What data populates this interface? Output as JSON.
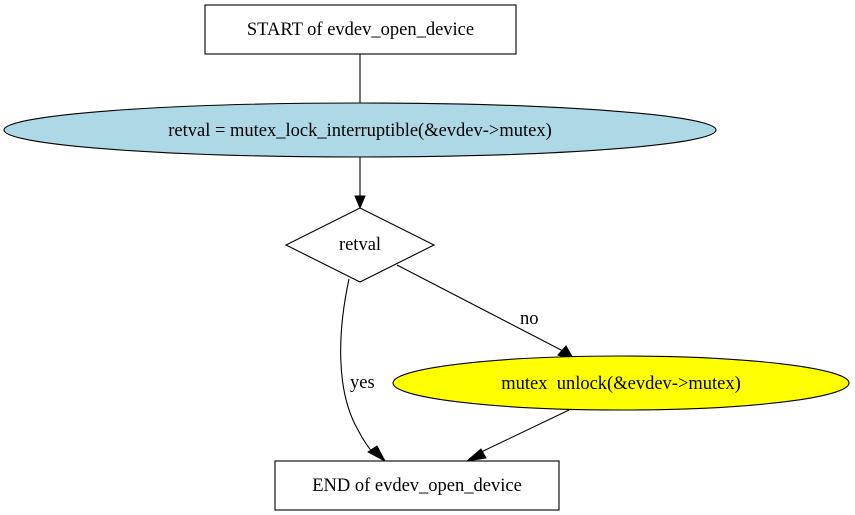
{
  "diagram": {
    "type": "flowchart",
    "nodes": {
      "start": {
        "label": "START of evdev_open_device",
        "shape": "box",
        "fill": "#ffffff"
      },
      "lock": {
        "label": "retval = mutex_lock_interruptible(&evdev->mutex)",
        "shape": "ellipse",
        "fill": "#add8e6"
      },
      "decision": {
        "label": "retval",
        "shape": "diamond",
        "fill": "#ffffff"
      },
      "unlock": {
        "label": "mutex  unlock(&evdev->mutex)",
        "shape": "ellipse",
        "fill": "#ffff00"
      },
      "end": {
        "label": "END of evdev_open_device",
        "shape": "box",
        "fill": "#ffffff"
      }
    },
    "edges": [
      {
        "from": "start",
        "to": "lock",
        "label": ""
      },
      {
        "from": "lock",
        "to": "decision",
        "label": ""
      },
      {
        "from": "decision",
        "to": "end",
        "label": "yes"
      },
      {
        "from": "decision",
        "to": "unlock",
        "label": "no"
      },
      {
        "from": "unlock",
        "to": "end",
        "label": ""
      }
    ],
    "edge_labels": {
      "yes": "yes",
      "no": "no"
    }
  }
}
